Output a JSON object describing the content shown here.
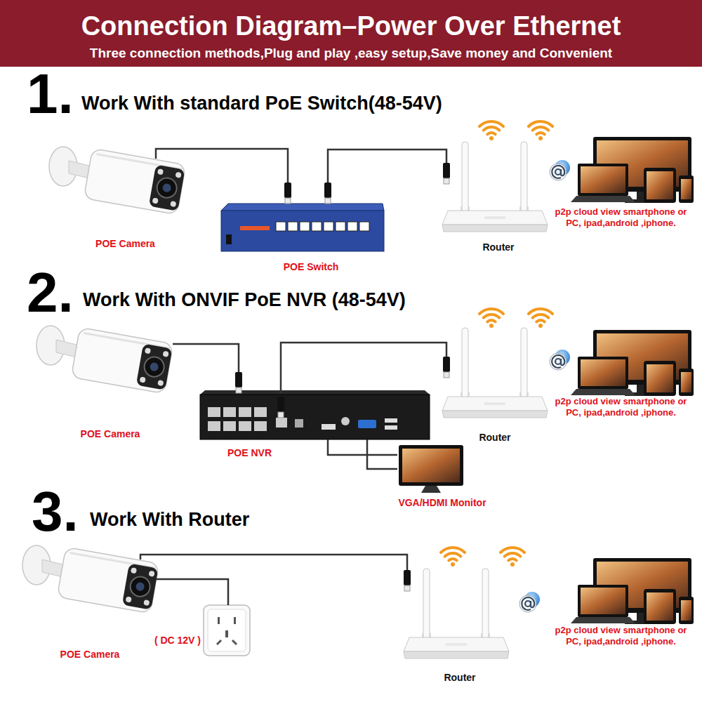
{
  "diagram": {
    "title": "Connection Diagram–Power Over Ethernet",
    "nodes": [
      {
        "text": [
          "POE Camera"
        ]
      },
      {
        "text": [
          "POE Switch"
        ]
      },
      {
        "text": [
          "Router"
        ]
      },
      {
        "text": [
          "p2p cloud view smartphone or PC, ipad,android ,iphone."
        ]
      },
      {
        "text": [
          "POE Camera"
        ]
      },
      {
        "text": [
          "POE NVR"
        ]
      },
      {
        "text": [
          "Router"
        ]
      },
      {
        "text": [
          "p2p cloud view smartphone or PC, ipad,android ,iphone."
        ]
      },
      {
        "text": [
          "VGA/HDMI Monitor"
        ]
      },
      {
        "text": [
          "POE Camera"
        ]
      },
      {
        "text": [
          "( DC 12V )"
        ]
      },
      {
        "text": [
          "Router"
        ]
      },
      {
        "text": [
          "p2p cloud view smartphone or PC, ipad,android ,iphone."
        ]
      }
    ],
    "edges": [
      {
        "from": 0,
        "to": 1,
        "arrow": "none"
      },
      {
        "from": 1,
        "to": 2,
        "arrow": "none"
      },
      {
        "from": 4,
        "to": 5,
        "arrow": "none"
      },
      {
        "from": 5,
        "to": 6,
        "arrow": "none"
      },
      {
        "from": 5,
        "to": 8,
        "arrow": "none"
      },
      {
        "from": 5,
        "to": 8,
        "arrow": "none"
      },
      {
        "from": 9,
        "to": 11,
        "arrow": "none"
      },
      {
        "from": 9,
        "to": 10,
        "arrow": "none"
      }
    ],
    "labels": [
      "Three connection methods,Plug and play ,easy setup,Save money and Convenient",
      "1.",
      "Work With standard PoE Switch(48-54V)",
      "2.",
      "Work With ONVIF PoE NVR (48-54V)",
      "3.",
      "Work With Router"
    ]
  }
}
